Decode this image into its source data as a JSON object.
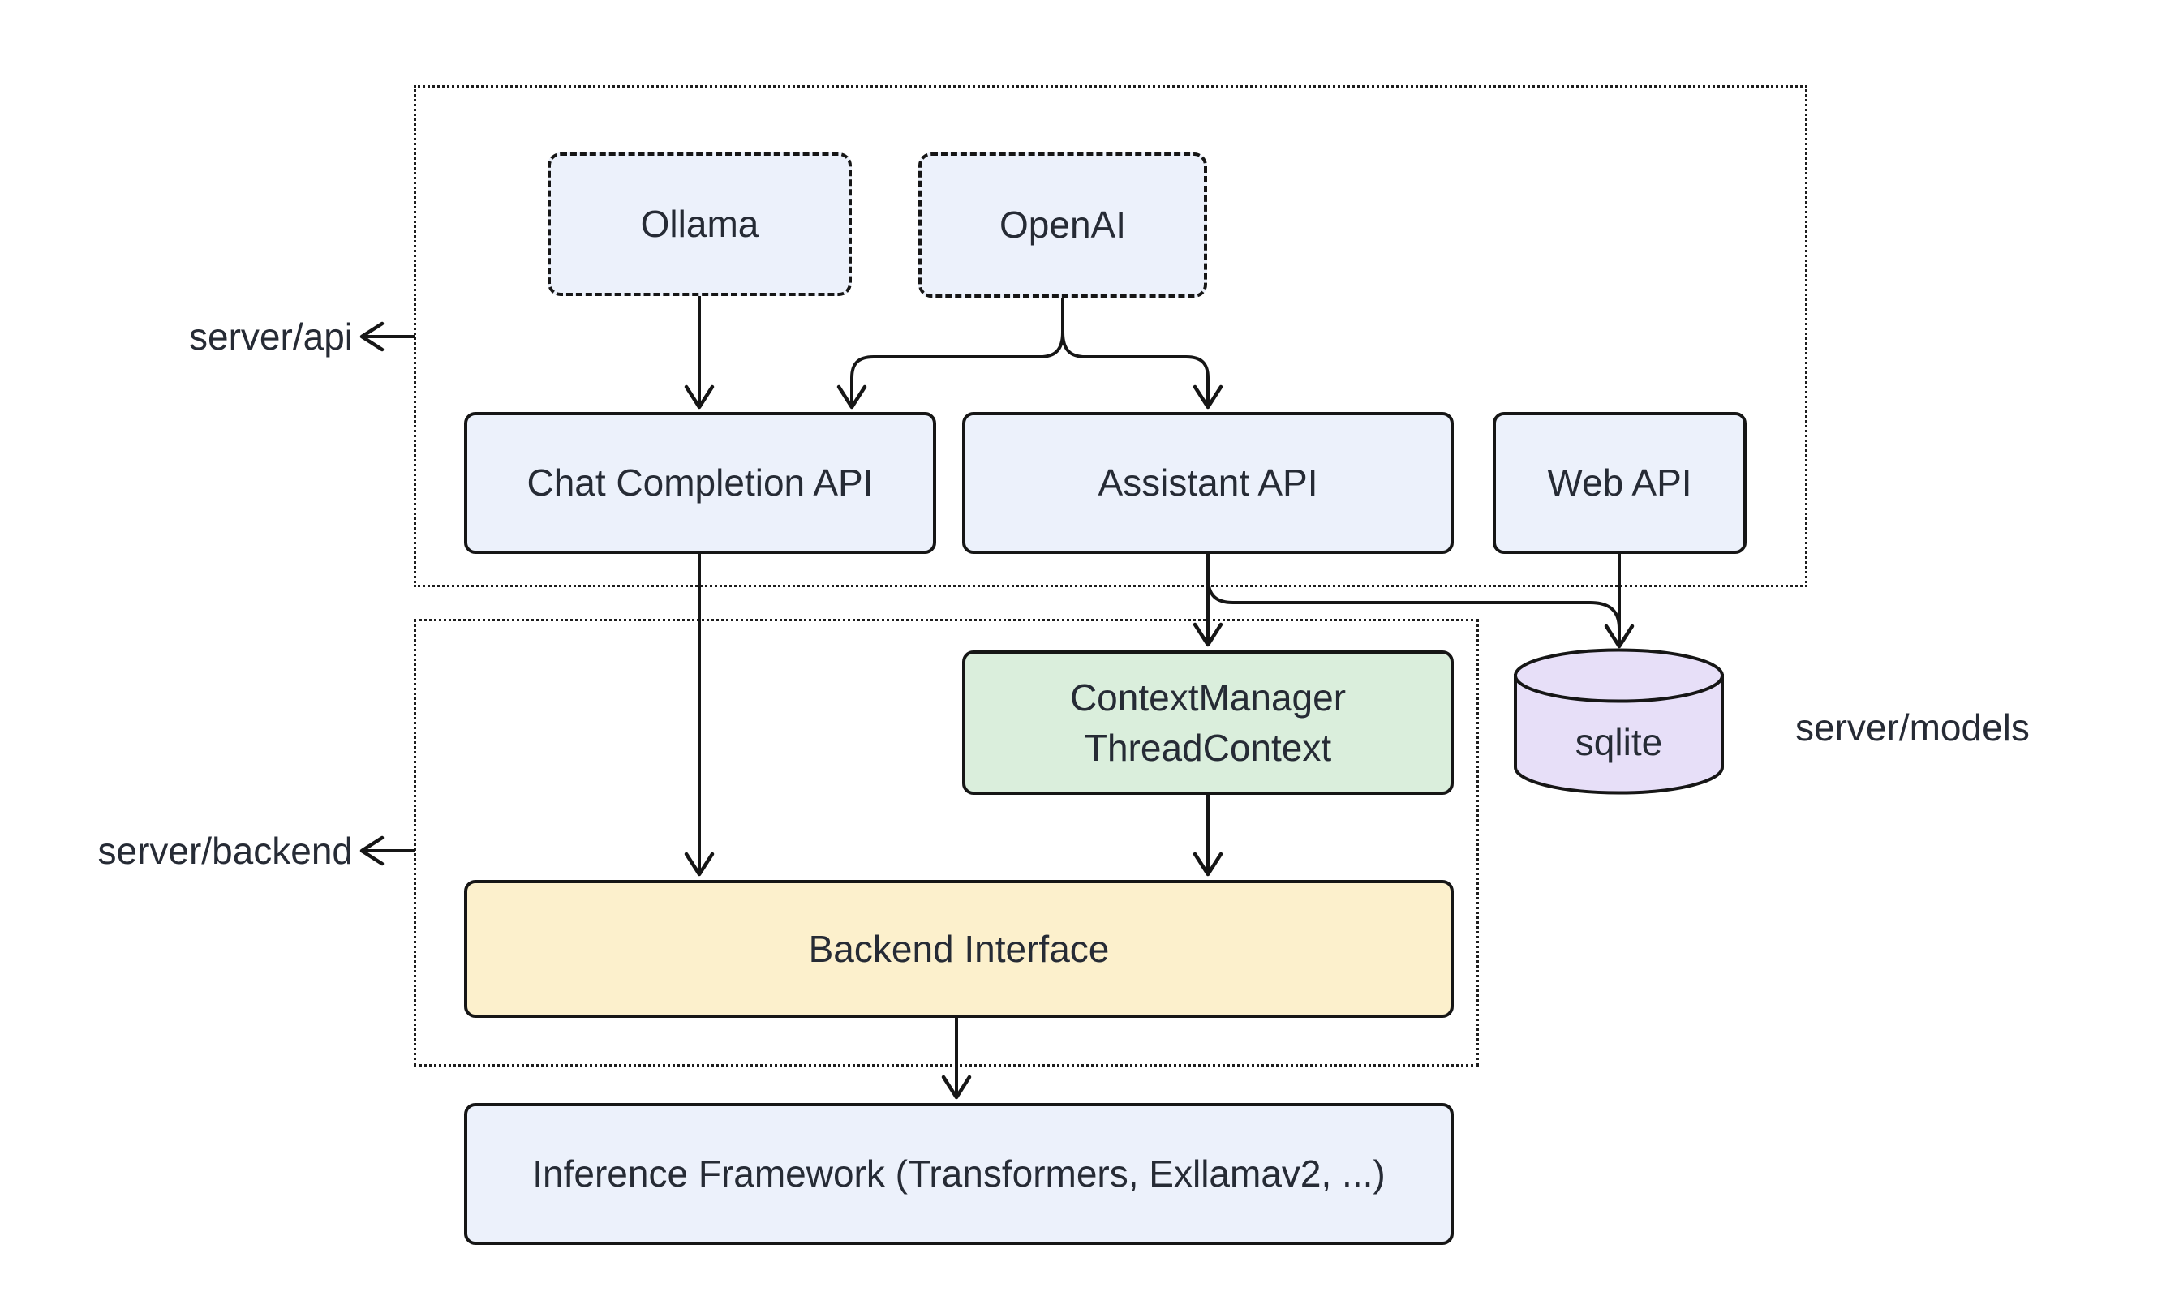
{
  "groups": {
    "api": {
      "label": "server/api"
    },
    "backend": {
      "label": "server/backend"
    },
    "models": {
      "label": "server/models"
    }
  },
  "nodes": {
    "ollama": {
      "label": "Ollama"
    },
    "openai": {
      "label": "OpenAI"
    },
    "chat_api": {
      "label": "Chat Completion API"
    },
    "assistant_api": {
      "label": "Assistant API"
    },
    "web_api": {
      "label": "Web API"
    },
    "context_manager": {
      "line1": "ContextManager",
      "line2": "ThreadContext"
    },
    "backend_interface": {
      "label": "Backend Interface"
    },
    "sqlite": {
      "label": "sqlite"
    },
    "inference": {
      "label": "Inference Framework (Transformers, Exllamav2, ...)"
    }
  },
  "edges": [
    {
      "from": "Ollama",
      "to": "Chat Completion API"
    },
    {
      "from": "OpenAI",
      "to": "Chat Completion API"
    },
    {
      "from": "OpenAI",
      "to": "Assistant API"
    },
    {
      "from": "Chat Completion API",
      "to": "Backend Interface"
    },
    {
      "from": "Assistant API",
      "to": "ContextManager ThreadContext"
    },
    {
      "from": "Assistant API",
      "to": "sqlite"
    },
    {
      "from": "Web API",
      "to": "sqlite"
    },
    {
      "from": "ContextManager ThreadContext",
      "to": "Backend Interface"
    },
    {
      "from": "Backend Interface",
      "to": "Inference Framework (Transformers, Exllamav2, ...)"
    }
  ],
  "colors": {
    "background": "#FFFFFF",
    "line": "#161616",
    "text": "#262B35",
    "node_blue": "#ECF1FB",
    "node_green": "#DAEEDC",
    "node_yellow": "#FCF0CC",
    "node_purple": "#E7DFF8"
  }
}
